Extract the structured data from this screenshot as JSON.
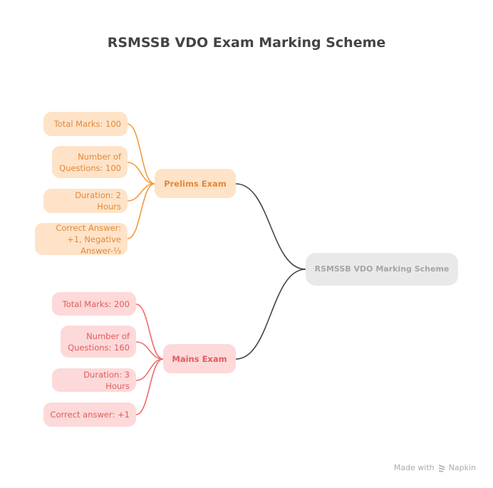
{
  "title": "RSMSSB VDO Exam Marking Scheme",
  "root": "RSMSSB VDO Marking Scheme",
  "prelims": {
    "label": "Prelims Exam",
    "items": [
      "Total Marks: 100",
      "Number of Questions: 100",
      "Duration: 2 Hours",
      "Correct Answer: +1, Negative Answer-⅓"
    ]
  },
  "mains": {
    "label": "Mains Exam",
    "items": [
      "Total Marks: 200",
      "Number of Questions: 160",
      "Duration: 3 Hours",
      "Correct answer: +1"
    ]
  },
  "footer": {
    "made_with": "Made with",
    "brand": "Napkin"
  },
  "colors": {
    "prelims": "#f5993a",
    "mains": "#f06b6b",
    "root": "#444444"
  }
}
